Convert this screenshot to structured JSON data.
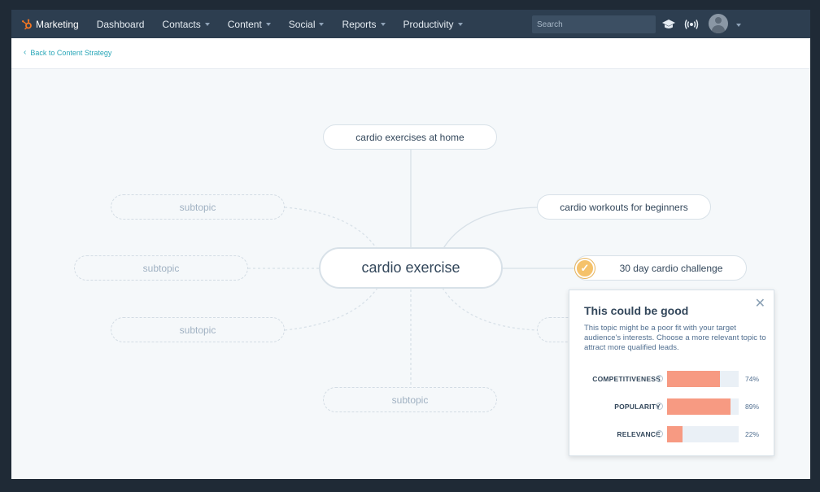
{
  "topnav": {
    "brand": "Marketing",
    "items": [
      {
        "label": "Dashboard",
        "dropdown": false
      },
      {
        "label": "Contacts",
        "dropdown": true
      },
      {
        "label": "Content",
        "dropdown": true
      },
      {
        "label": "Social",
        "dropdown": true
      },
      {
        "label": "Reports",
        "dropdown": true
      },
      {
        "label": "Productivity",
        "dropdown": true
      }
    ],
    "search_placeholder": "Search"
  },
  "back_link": "Back to Content Strategy",
  "map": {
    "center": "cardio exercise",
    "topics": [
      "cardio exercises at home",
      "cardio workouts for beginners",
      "30 day cardio challenge"
    ],
    "subtopic_label": "subtopic"
  },
  "popup": {
    "title": "This could be good",
    "description": "This topic might be a poor fit with your target audience's interests. Choose a more relevant topic to attract more qualified leads.",
    "metrics": [
      {
        "label": "COMPETITIVENESS",
        "value": 74,
        "display": "74%"
      },
      {
        "label": "POPULARITY",
        "value": 89,
        "display": "89%"
      },
      {
        "label": "RELEVANCE",
        "value": 22,
        "display": "22%"
      }
    ]
  },
  "colors": {
    "nav_bg": "#2d3e50",
    "brand_orange": "#f57722",
    "link_teal": "#2aa7b8",
    "bar_fill": "#f79a82",
    "check_yellow": "#f5c26b"
  }
}
